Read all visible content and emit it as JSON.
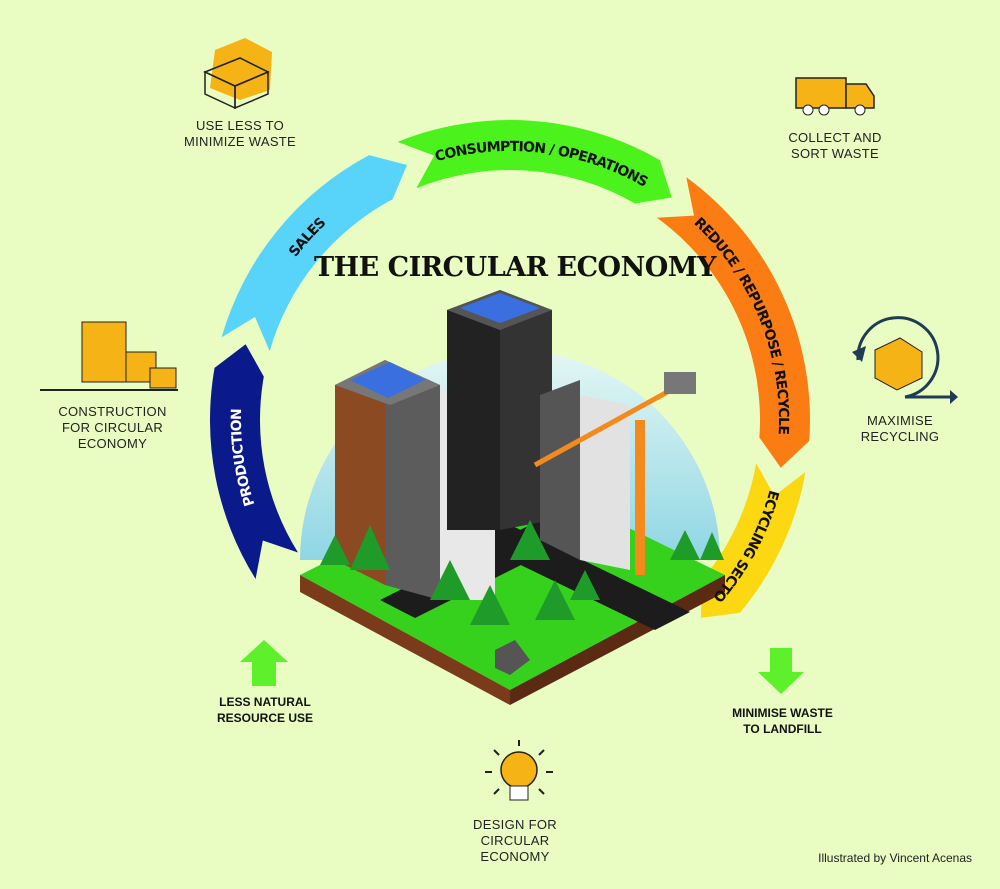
{
  "title": "THE CIRCULAR ECONOMY",
  "cycle": [
    {
      "label": "PRODUCTION",
      "color": "#0a1a8a",
      "text_color": "#ffffff"
    },
    {
      "label": "SALES",
      "color": "#58d3fa",
      "text_color": "#111111"
    },
    {
      "label": "CONSUMPTION / OPERATIONS",
      "color": "#4cf21c",
      "text_color": "#111111"
    },
    {
      "label": "REDUCE / REPURPOSE / RECYCLE",
      "color": "#fb7c12",
      "text_color": "#111111"
    },
    {
      "label": "RECYCLING SECTOR",
      "color": "#fcd813",
      "text_color": "#111111"
    }
  ],
  "outer_labels": {
    "use_less": {
      "line1": "USE  LESS TO",
      "line2": "MINIMIZE WASTE",
      "icon": "box-icon"
    },
    "collect": {
      "line1": "COLLECT AND",
      "line2": "SORT WASTE",
      "icon": "garbage-truck-icon"
    },
    "maximise": {
      "line1": "MAXIMISE",
      "line2": "RECYCLING",
      "icon": "recycle-box-icon"
    },
    "construction": {
      "line1": "CONSTRUCTION",
      "line2": "FOR CIRCULAR",
      "line3": "ECONOMY",
      "icon": "cement-plant-icon"
    },
    "less_natural": {
      "line1": "LESS NATURAL",
      "line2": "RESOURCE USE",
      "icon": "arrow-up-icon"
    },
    "minimise": {
      "line1": "MINIMISE WASTE",
      "line2": "TO LANDFILL",
      "icon": "arrow-down-icon"
    },
    "design": {
      "line1": "DESIGN FOR",
      "line2": "CIRCULAR",
      "line3": "ECONOMY",
      "icon": "lightbulb-icon"
    }
  },
  "credit": "Illustrated by Vincent Acenas",
  "colors": {
    "background": "#e9fcc2",
    "accent_orange": "#f5b315",
    "arrow_green": "#5ef02a"
  }
}
